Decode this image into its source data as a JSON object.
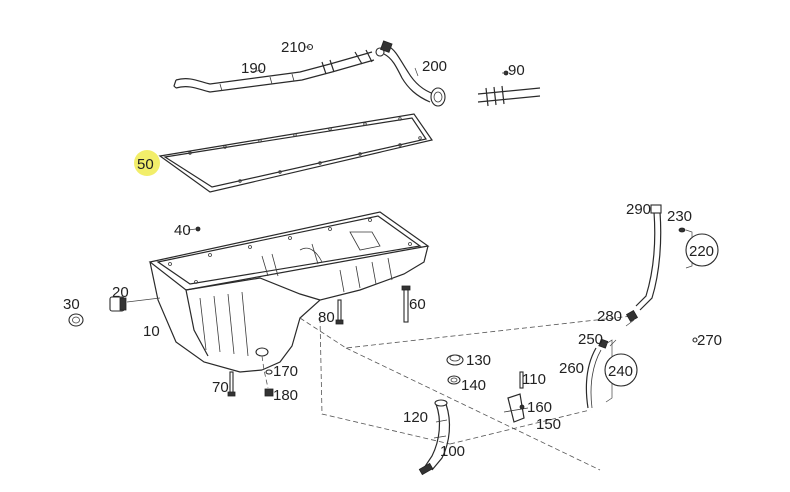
{
  "diagram": {
    "labels": [
      {
        "id": "p210",
        "text": "210"
      },
      {
        "id": "p190",
        "text": "190"
      },
      {
        "id": "p200",
        "text": "200"
      },
      {
        "id": "p90",
        "text": "90"
      },
      {
        "id": "p50",
        "text": "50",
        "highlighted": true
      },
      {
        "id": "p40",
        "text": "40"
      },
      {
        "id": "p30",
        "text": "30"
      },
      {
        "id": "p20",
        "text": "20"
      },
      {
        "id": "p10",
        "text": "10"
      },
      {
        "id": "p80",
        "text": "80"
      },
      {
        "id": "p60",
        "text": "60"
      },
      {
        "id": "p70",
        "text": "70"
      },
      {
        "id": "p170",
        "text": "170"
      },
      {
        "id": "p180",
        "text": "180"
      },
      {
        "id": "p130",
        "text": "130"
      },
      {
        "id": "p140",
        "text": "140"
      },
      {
        "id": "p110",
        "text": "110"
      },
      {
        "id": "p120",
        "text": "120"
      },
      {
        "id": "p160",
        "text": "160"
      },
      {
        "id": "p150",
        "text": "150"
      },
      {
        "id": "p100",
        "text": "100"
      },
      {
        "id": "p290",
        "text": "290"
      },
      {
        "id": "p230",
        "text": "230"
      },
      {
        "id": "p220",
        "text": "220"
      },
      {
        "id": "p280",
        "text": "280"
      },
      {
        "id": "p250",
        "text": "250"
      },
      {
        "id": "p270",
        "text": "270"
      },
      {
        "id": "p260",
        "text": "260"
      },
      {
        "id": "p240",
        "text": "240"
      }
    ],
    "colors": {
      "highlight": "#f2ee6a",
      "line": "#2a2a2a",
      "text": "#222222",
      "background": "#ffffff"
    }
  }
}
